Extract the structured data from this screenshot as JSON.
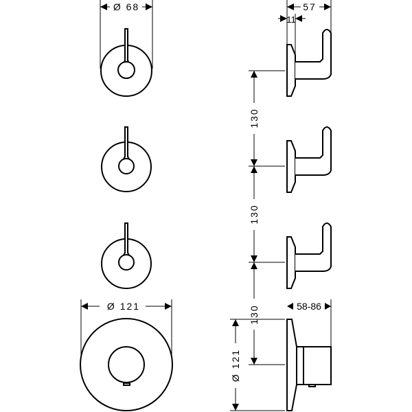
{
  "dimensions": {
    "top_diameter": "Ø 68",
    "side_depth": "57",
    "plate_thickness": "11",
    "spacing_1": "130",
    "spacing_2": "130",
    "spacing_3": "130",
    "bottom_diameter": "Ø 121",
    "bottom_diameter_side": "Ø 121",
    "thermostat_depth": "58-86"
  },
  "colors": {
    "line": "#000000",
    "background": "#ffffff"
  }
}
